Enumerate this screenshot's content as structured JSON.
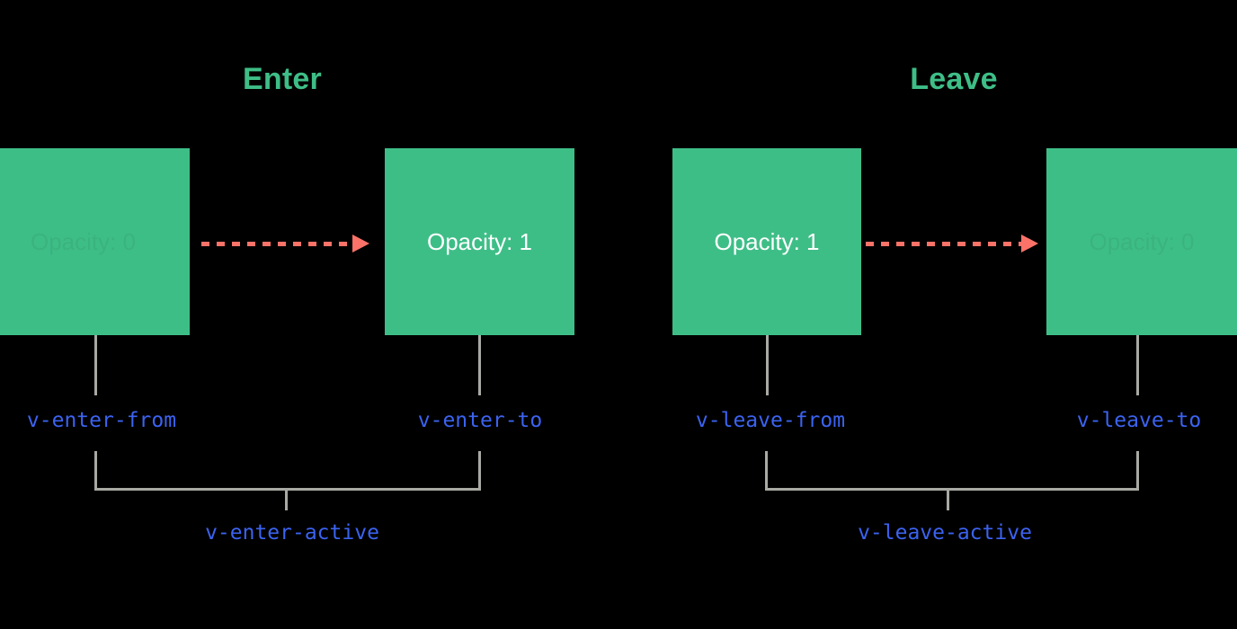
{
  "diagram": {
    "title_enter": "Enter",
    "title_leave": "Leave",
    "background_color": "#000000",
    "box_color": "#3EBE87",
    "arrow_color": "#FA7268",
    "label_color": "#3B63F0",
    "connector_color": "#a9a9a4",
    "heading_color": "#3EBE87"
  },
  "enter": {
    "heading": "Enter",
    "from_box": {
      "text": "Opacity: 0",
      "opacity_state": "0",
      "class_label": "v-enter-from"
    },
    "to_box": {
      "text": "Opacity: 1",
      "opacity_state": "1",
      "class_label": "v-enter-to"
    },
    "active_label": "v-enter-active"
  },
  "leave": {
    "heading": "Leave",
    "from_box": {
      "text": "Opacity: 1",
      "opacity_state": "1",
      "class_label": "v-leave-from"
    },
    "to_box": {
      "text": "Opacity: 0",
      "opacity_state": "0",
      "class_label": "v-leave-to"
    },
    "active_label": "v-leave-active"
  }
}
